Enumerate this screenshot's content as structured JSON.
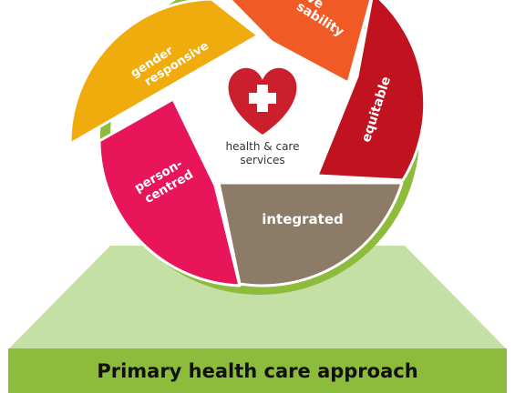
{
  "colors": {
    "ring": "#8dbb3c",
    "trapezoid": "#c5e0a4",
    "banner": "#8dbb3c",
    "gender_responsive": "#f0ab0c",
    "partial_segment": "#f05a25",
    "equitable": "#c0121f",
    "integrated": "#8b7b67",
    "person_centred": "#e8155a",
    "heart": "#cc1f2d"
  },
  "segments": [
    {
      "id": "gender-responsive",
      "lines": [
        "gender",
        "responsive"
      ]
    },
    {
      "id": "partial",
      "lines": [
        "sability",
        "sive"
      ]
    },
    {
      "id": "equitable",
      "lines": [
        "equitable"
      ]
    },
    {
      "id": "integrated",
      "lines": [
        "integrated"
      ]
    },
    {
      "id": "person-centred",
      "lines": [
        "person-",
        "centred"
      ]
    }
  ],
  "center": {
    "icon": "heart-plus-icon",
    "line1": "health & care",
    "line2": "services"
  },
  "banner": {
    "label": "Primary health care approach"
  }
}
